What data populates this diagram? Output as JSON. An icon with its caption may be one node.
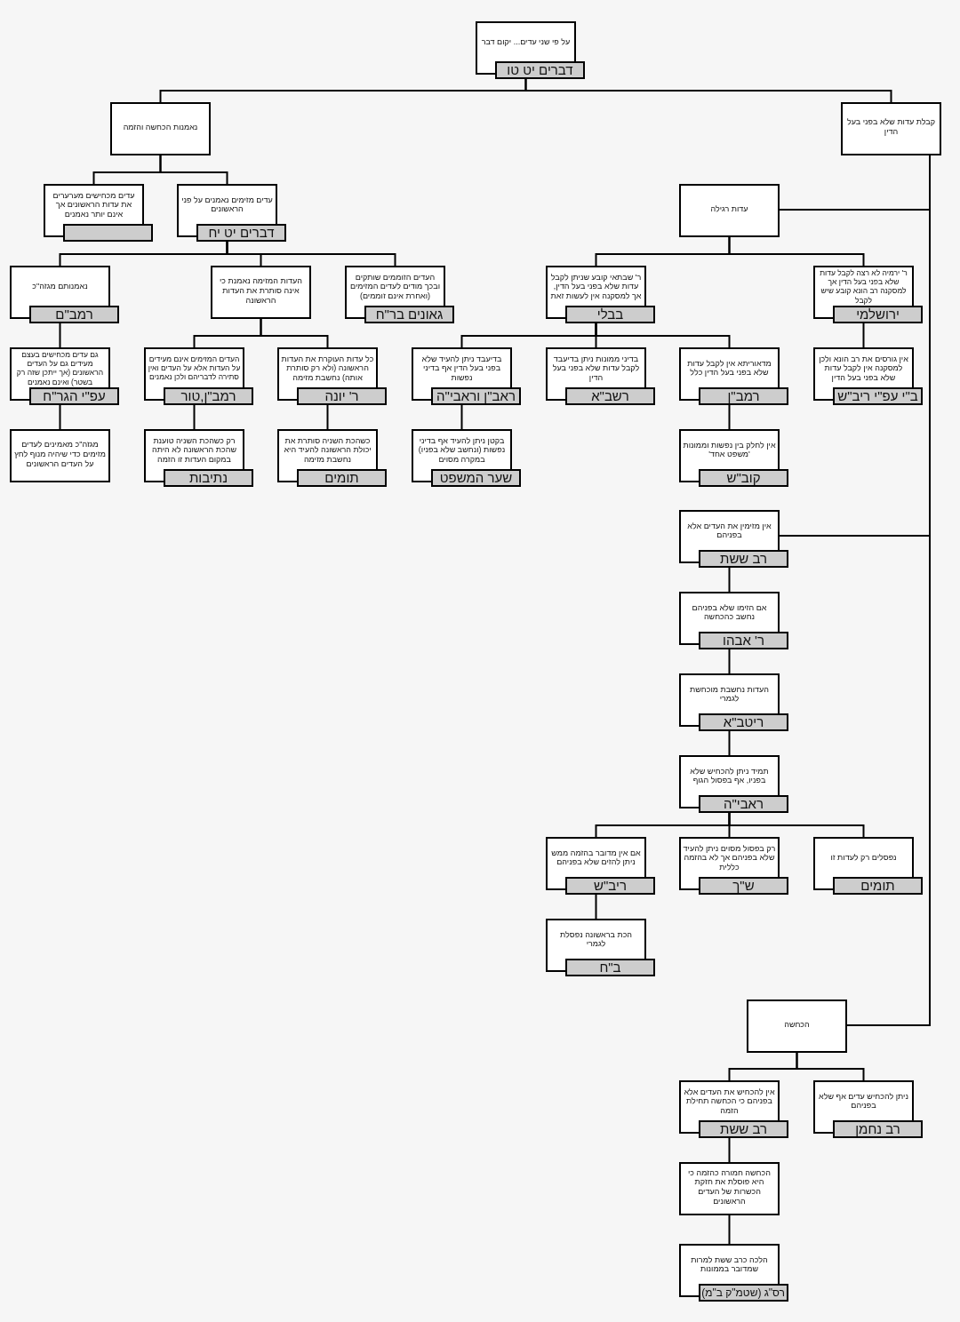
{
  "diagram": {
    "nodes": [
      {
        "text": [
          "על פי שני עדים... יקום דבר",
          "דברים יט טו"
        ]
      },
      {
        "text": [
          "קבלת עדות שלא בפני בעל הדין"
        ]
      },
      {
        "text": [
          "נאמנות הכחשה והזמה"
        ]
      },
      {
        "text": [
          "עדות רגילה"
        ]
      },
      {
        "text": [
          "עדים מזימים נאמנים על פני הראשונים",
          "דברים יט יח"
        ]
      },
      {
        "text": [
          "עדים מכחישים מערערים את עדות הראשונים אך אינם יותר נאמנים"
        ]
      },
      {
        "text": [],
        "shape": "box",
        "in": 5
      },
      {
        "text": [
          "ר' ירמיה לא רצה לקבל עדות שלא בפני בעל הדין אך למסקנה רב הונא קובע שיש לקבל",
          "ירושלמי"
        ]
      },
      {
        "text": [
          "ר' שבתאי קובע שניתן לקבל עדות שלא בפני בעל הדין, אך למסקנה אין לעשות זאת",
          "בבלי"
        ]
      },
      {
        "text": [
          "העדים הזוממים שותקים ובכך מודים לעדים המזימים (ואחרת אינם זוממים)",
          "גאונים בר\"ח"
        ]
      },
      {
        "text": [
          "העדות המזימה נאמנת כי אינה סותרת את העדות הראשונה"
        ]
      },
      {
        "text": [
          "נאמנותם מגזה\"כ",
          "רמב\"ם"
        ]
      },
      {
        "text": [
          "אין גורסים את רב הונא ולכן למסקנה אין לקבל עדות שלא בפני בעל הדין",
          "ב\"י עפ\"י ריב\"ש"
        ]
      },
      {
        "text": [
          "מדאוריתא אין לקבל עדות שלא בפני בעל הדין כלל",
          "רמב\"ן"
        ]
      },
      {
        "text": [
          "בדיני ממונות ניתן בדיעבד לקבל עדות שלא בפני בעל הדין",
          "רשב\"א"
        ]
      },
      {
        "text": [
          "בדיעבד ניתן להעיד שלא בפני בעל הדין אף בדיני נפשות",
          "ראב\"ן וראבי\"ה"
        ]
      },
      {
        "text": [
          "כל עדות העוקרת את העדות הראשונה (ולא רק סותרת אותה) נחשבת מזימה",
          "ר' יונה"
        ]
      },
      {
        "text": [
          "העדים המזימים אינם מעידים על העדות אלא על העדים ואין סתירה לדבריהם ולכן נאמנים",
          "רמב\"ן,טור"
        ]
      },
      {
        "text": [
          "גם עדים מכחישים בעצם מעידים גם על העדים הראשונים (אך ייתכן שזה רק בשטר) ואינם נאמנים",
          "עפ\"י הגר\"ח"
        ]
      },
      {
        "text": [
          "אין לחלק בין נפשות וממונות 'משפט אחד'",
          "קוב\"ש"
        ]
      },
      {
        "text": [
          "בקטן ניתן להעיד אף בדיני נפשות (ונחשב שלא בפניו) במקרה מסוים",
          "שער המשפט"
        ]
      },
      {
        "text": [
          "כשהכת השניה סותרת את יכולת הראשונה להעיד היא נחשבת מזימה",
          "תומים"
        ]
      },
      {
        "text": [
          "רק כשהכת השניה טוענת שהכת הראשונה לא היתה במקום העדות זו הזמה",
          "נתיבות"
        ]
      },
      {
        "text": [
          "מגזה\"כ מאמינים לעדים מזימים כדי שיהיה מנוף לחץ על העדים הראשונים"
        ]
      },
      {
        "text": [
          "אין מזימין את העדים אלא בפניהם",
          "רב ששת"
        ]
      },
      {
        "text": [
          "אם הזימו שלא בפניהם נחשב כהכחשה",
          "ר' אבהו"
        ]
      },
      {
        "text": [
          "העדות נחשבת מוכחשת לגמרי",
          "ריטב\"א"
        ]
      },
      {
        "text": [
          "תמיד ניתן להכחיש שלא בפניו, אף בפסול הגוף",
          "ראבי\"ה"
        ]
      },
      {
        "text": [
          "נפסלים רק לעדות זו",
          "תומים"
        ]
      },
      {
        "text": [
          "רק בפסול מסוים ניתן להעיד שלא בפניהם אך לא בהזמה כללית",
          "ש\"ך"
        ]
      },
      {
        "text": [
          "אם אין מדובר בהזמה ממש ניתן להזים שלא בפניהם",
          "ריב\"ש"
        ]
      },
      {
        "text": [
          "הכת בראשונה נפסלת לגמרי",
          "ב\"ח"
        ]
      },
      {
        "text": [
          "הכחשה"
        ]
      },
      {
        "text": [
          "ניתן להכחיש עדים אף שלא בפניהם",
          "רב נחמן"
        ]
      },
      {
        "text": [
          "אין להכחיש את העדים אלא בפניהם כי הכחשה תחילת הזמה",
          "רב ששת"
        ]
      },
      {
        "text": [
          "הכחשה חמורה כהזמה כי היא פוסלת את חזקת הכשרות של העדים הראשונים"
        ]
      },
      {
        "text": [
          "הלכה כרב ששת למרות שמדובר בממונות",
          "רס\"ג (שטמ\"ק ב\"מ)"
        ]
      }
    ],
    "edges": [
      {
        "from": 0,
        "to": 1,
        "arrow": "none"
      },
      {
        "from": 0,
        "to": 2,
        "arrow": "none"
      },
      {
        "from": 2,
        "to": 4,
        "arrow": "none"
      },
      {
        "from": 2,
        "to": 5,
        "arrow": "none"
      },
      {
        "from": 1,
        "to": 3,
        "arrow": "none"
      },
      {
        "from": 3,
        "to": 7,
        "arrow": "none"
      },
      {
        "from": 3,
        "to": 8,
        "arrow": "none"
      },
      {
        "from": 4,
        "to": 9,
        "arrow": "none"
      },
      {
        "from": 4,
        "to": 10,
        "arrow": "none"
      },
      {
        "from": 4,
        "to": 11,
        "arrow": "none"
      },
      {
        "from": 7,
        "to": 12,
        "arrow": "none"
      },
      {
        "from": 8,
        "to": 13,
        "arrow": "none"
      },
      {
        "from": 8,
        "to": 14,
        "arrow": "none"
      },
      {
        "from": 8,
        "to": 15,
        "arrow": "none"
      },
      {
        "from": 10,
        "to": 16,
        "arrow": "none"
      },
      {
        "from": 10,
        "to": 17,
        "arrow": "none"
      },
      {
        "from": 11,
        "to": 18,
        "arrow": "none"
      },
      {
        "from": 13,
        "to": 19,
        "arrow": "none"
      },
      {
        "from": 15,
        "to": 20,
        "arrow": "none"
      },
      {
        "from": 16,
        "to": 21,
        "arrow": "none"
      },
      {
        "from": 17,
        "to": 22,
        "arrow": "none"
      },
      {
        "from": 18,
        "to": 23,
        "arrow": "none"
      },
      {
        "from": 1,
        "to": 24,
        "arrow": "none"
      },
      {
        "from": 24,
        "to": 25,
        "arrow": "none"
      },
      {
        "from": 25,
        "to": 26,
        "arrow": "none"
      },
      {
        "from": 26,
        "to": 27,
        "arrow": "none"
      },
      {
        "from": 27,
        "to": 28,
        "arrow": "none"
      },
      {
        "from": 27,
        "to": 29,
        "arrow": "none"
      },
      {
        "from": 27,
        "to": 30,
        "arrow": "none"
      },
      {
        "from": 30,
        "to": 31,
        "arrow": "none"
      },
      {
        "from": 1,
        "to": 32,
        "arrow": "none"
      },
      {
        "from": 32,
        "to": 33,
        "arrow": "none"
      },
      {
        "from": 32,
        "to": 34,
        "arrow": "none"
      },
      {
        "from": 34,
        "to": 35,
        "arrow": "none"
      },
      {
        "from": 35,
        "to": 36,
        "arrow": "none"
      }
    ]
  }
}
